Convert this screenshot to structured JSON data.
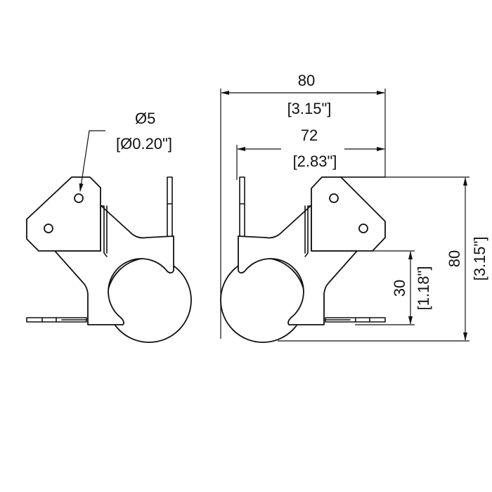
{
  "title": "Corner castor dimension drawing",
  "dimensions": {
    "hole_diameter": {
      "mm": "Ø5",
      "inch": "[Ø0.20\"]"
    },
    "overall_width": {
      "mm": "80",
      "inch": "[3.15\"]"
    },
    "plate_width": {
      "mm": "72",
      "inch": "[2.83\"]"
    },
    "overall_height": {
      "mm": "80",
      "inch": "[3.15\"]"
    },
    "lower_height": {
      "mm": "30",
      "inch": "[1.18\"]"
    }
  }
}
